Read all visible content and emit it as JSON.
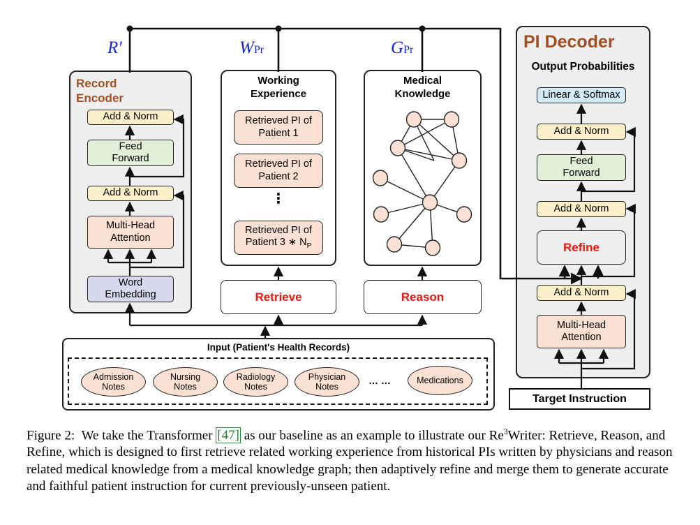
{
  "math_labels": {
    "r_prime": "R′",
    "w_main": "W",
    "w_sub": "Pr",
    "g_main": "G",
    "g_sub": "Pr"
  },
  "record_encoder": {
    "title_line1": "Record",
    "title_line2": "Encoder",
    "add_norm_top": "Add & Norm",
    "feed_forward_line1": "Feed",
    "feed_forward_line2": "Forward",
    "add_norm_bottom": "Add & Norm",
    "mha_line1": "Multi-Head",
    "mha_line2": "Attention",
    "embedding_line1": "Word",
    "embedding_line2": "Embedding"
  },
  "working_experience": {
    "title_line1": "Working",
    "title_line2": "Experience",
    "item1_line1": "Retrieved PI of",
    "item1_line2": "Patient 1",
    "item2_line1": "Retrieved PI of",
    "item2_line2": "Patient 2",
    "ellipsis": "⋮",
    "item3_line1": "Retrieved PI of",
    "item3_line2": "Patient 3 ∗ N",
    "item3_sub": "P"
  },
  "medical_knowledge": {
    "title_line1": "Medical",
    "title_line2": "Knowledge"
  },
  "modules": {
    "retrieve": "Retrieve",
    "reason": "Reason",
    "refine": "Refine"
  },
  "pi_decoder": {
    "title": "PI Decoder",
    "output_label": "Output Probabilities",
    "linear_softmax": "Linear & Softmax",
    "add_norm_1": "Add & Norm",
    "feed_forward_line1": "Feed",
    "feed_forward_line2": "Forward",
    "add_norm_2": "Add & Norm",
    "add_norm_3": "Add & Norm",
    "mha_line1": "Multi-Head",
    "mha_line2": "Attention",
    "target_instruction": "Target Instruction"
  },
  "input": {
    "title": "Input (Patient's Health Records)",
    "notes": [
      {
        "line1": "Admission",
        "line2": "Notes"
      },
      {
        "line1": "Nursing",
        "line2": "Notes"
      },
      {
        "line1": "Radiology",
        "line2": "Notes"
      },
      {
        "line1": "Physician",
        "line2": "Notes"
      }
    ],
    "ellipsis": "…  …",
    "medications": "Medications"
  },
  "caption": {
    "label": "Figure 2:",
    "part1": "We take the Transformer ",
    "cite": "[47]",
    "part2": " as our baseline as an example to illustrate our Re",
    "sup": "3",
    "part3": "Writer: Retrieve, Reason, and Refine, which is designed to first retrieve related working experience from historical PIs written by physicians and reason related medical knowledge from a medical knowledge graph; then adaptively refine and merge them to generate accurate and faithful patient instruction for current previously-unseen patient."
  },
  "colors": {
    "red_label": "#e8160f",
    "brown_title": "#a14e22",
    "math_blue": "#1a26c8",
    "yellow_fill": "#fbefc7",
    "green_fill": "#e3f0d8",
    "pink_fill": "#fbe1d3",
    "purple_fill": "#d7d7ee",
    "blue_fill": "#d3ebf7",
    "panel_gray": "#efefef"
  }
}
